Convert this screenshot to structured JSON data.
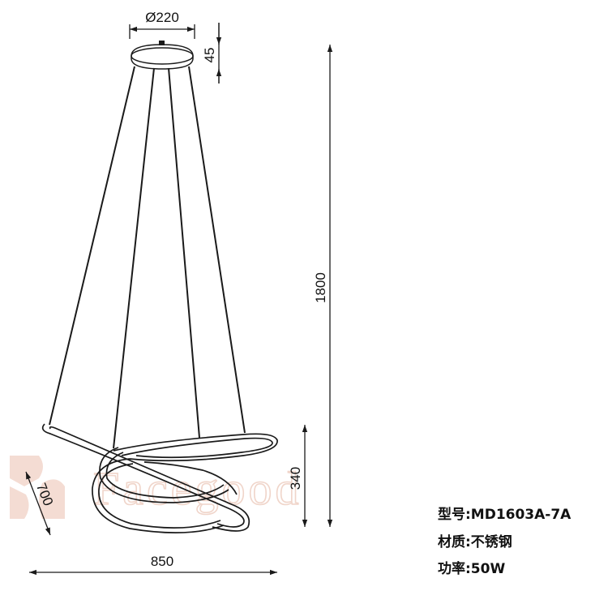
{
  "dimensions": {
    "canopy_diameter": "Ø220",
    "canopy_height": "45",
    "total_height": "1800",
    "ring_height": "340",
    "depth": "700",
    "width": "850"
  },
  "watermark": "Facegood",
  "specs": {
    "model": "型号:MD1603A-7A",
    "material": "材质:不锈钢",
    "power": "功率:50W"
  },
  "colors": {
    "line": "#1a1a1a",
    "watermark": "#f3d9cf"
  }
}
